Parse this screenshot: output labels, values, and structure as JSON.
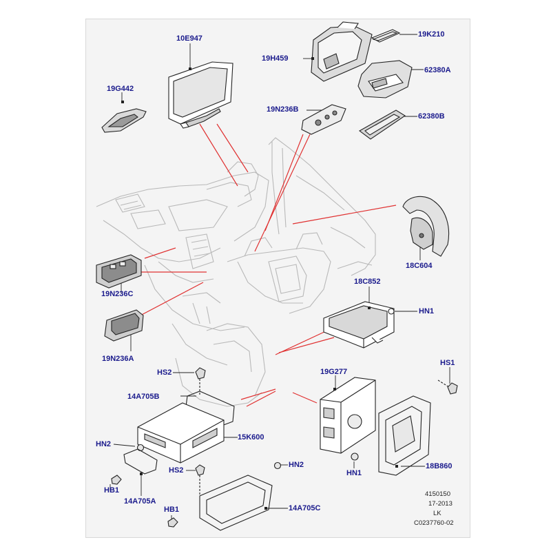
{
  "labels": {
    "l10E947": "10E947",
    "l19H459": "19H459",
    "l19K210": "19K210",
    "l62380A": "62380A",
    "l19G442": "19G442",
    "l19N236B": "19N236B",
    "l62380B": "62380B",
    "l18C604": "18C604",
    "l19N236C": "19N236C",
    "l18C852": "18C852",
    "lHN1a": "HN1",
    "l19N236A": "19N236A",
    "lHS1": "HS1",
    "lHS2a": "HS2",
    "l19G277": "19G277",
    "l14A705B": "14A705B",
    "l15K600": "15K600",
    "lHN2a": "HN2",
    "lHN2b": "HN2",
    "lHS2b": "HS2",
    "lHN1b": "HN1",
    "l18B860": "18B860",
    "lHB1a": "HB1",
    "l14A705A": "14A705A",
    "lHB1b": "HB1",
    "l14A705C": "14A705C"
  },
  "reference": {
    "line1": "4150150",
    "line2": "17-2013",
    "line3": "LK",
    "line4": "C0237760-02"
  },
  "colors": {
    "label": "#1a1a8c",
    "leader_red": "#e03030",
    "part_stroke": "#222222",
    "interior_stroke": "#b8b8b8"
  }
}
